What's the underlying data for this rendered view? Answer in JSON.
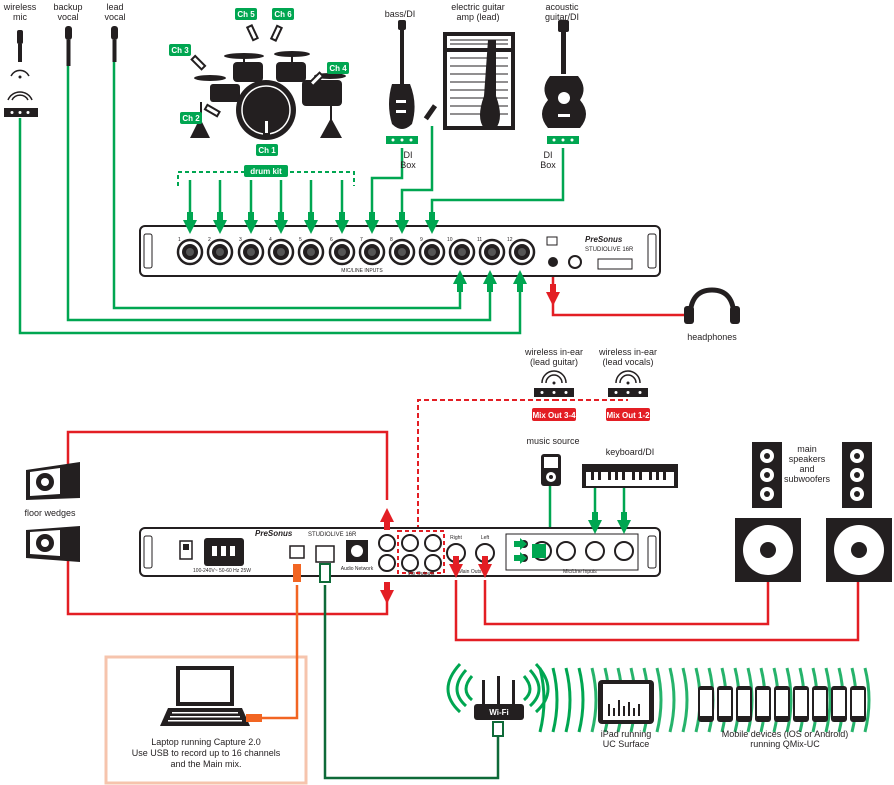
{
  "colors": {
    "green": "#00a651",
    "red": "#e31e24",
    "orange": "#f26522",
    "dark_green": "#0e6a38",
    "ink": "#231f20",
    "laptop_box": "#f6c4ad"
  },
  "top_labels": {
    "wireless_mic": [
      "wireless",
      "mic"
    ],
    "backup_vocal": [
      "backup",
      "vocal"
    ],
    "lead_vocal": [
      "lead",
      "vocal"
    ],
    "bass": [
      "bass/DI"
    ],
    "electric_guitar": [
      "electric guitar",
      "amp (lead)"
    ],
    "acoustic_guitar": [
      "acoustic",
      "guitar/DI"
    ],
    "di_box_1": [
      "DI",
      "Box"
    ],
    "di_box_2": [
      "DI",
      "Box"
    ],
    "headphones": [
      "headphones"
    ]
  },
  "drum_channels": [
    "Ch 1",
    "Ch 2",
    "Ch 3",
    "Ch 4",
    "Ch 5",
    "Ch 6"
  ],
  "drum_kit_label": "drum kit",
  "mixer_top": {
    "brand": "PreSonus",
    "model": "STUDIOLIVE 16R",
    "inputs_label": "MIC/LINE INPUTS",
    "channels": [
      "1",
      "2",
      "3",
      "4",
      "5",
      "6",
      "7",
      "8",
      "9",
      "10",
      "11",
      "12"
    ]
  },
  "in_ears": {
    "guitar": {
      "label": [
        "wireless in-ear",
        "(lead guitar)"
      ],
      "tag": "Mix Out 3-4"
    },
    "vocals": {
      "label": [
        "wireless in-ear",
        "(lead vocals)"
      ],
      "tag": "Mix Out 1-2"
    }
  },
  "middle_labels": {
    "music_source": "music source",
    "keyboard": "keyboard/DI",
    "floor_wedges": "floor wedges",
    "main_speakers": [
      "main",
      "speakers",
      "and",
      "subwoofers"
    ]
  },
  "mixer_rear": {
    "brand": "PreSonus",
    "model": "STUDIOLIVE 16R",
    "power_spec": "100-240V~ 50-60 Hz 25W",
    "audio_network": "Audio Network",
    "mix_outputs": "Mix Outputs",
    "main_outs": "Main Outs",
    "right": "Right",
    "left": "Left",
    "mic_line_inputs": "Mic/Line Inputs"
  },
  "bottom": {
    "laptop_caption": [
      "Laptop running Capture 2.0",
      "Use USB to record up to 16 channels",
      "and the Main mix."
    ],
    "wifi_label": "Wi-Fi",
    "ipad_caption": [
      "iPad running",
      "UC Surface"
    ],
    "mobile_caption": [
      "Mobile devices (iOS or Android)",
      "running QMix-UC"
    ],
    "mobile_count": 9
  }
}
